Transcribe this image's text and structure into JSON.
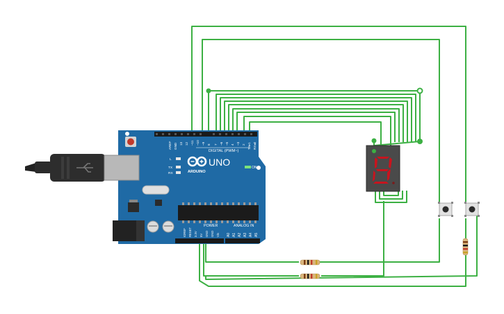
{
  "board": {
    "name": "UNO",
    "brand": "ARDUINO",
    "digital_header": "DIGITAL (PWM~)",
    "power_header": "POWER",
    "analog_header": "ANALOG IN",
    "on_label": "ON",
    "led_labels": [
      "L",
      "TX",
      "RX"
    ],
    "digital_pins": [
      "AREF",
      "GND",
      "13",
      "12",
      "~11",
      "~10",
      "~9",
      "8",
      "7",
      "~6",
      "~5",
      "4",
      "~3",
      "2",
      "TX▸1",
      "RX◂0"
    ],
    "power_pins": [
      "IOREF",
      "RESET",
      "3.3V",
      "5V",
      "GND",
      "GND",
      "Vin"
    ],
    "analog_pins": [
      "A0",
      "A1",
      "A2",
      "A3",
      "A4",
      "A5"
    ]
  },
  "display": {
    "digit": "8"
  },
  "colors": {
    "board": "#1f6aa5",
    "wire": "#3cb043",
    "segment": "#c8141e",
    "header": "#1a1a1a"
  }
}
